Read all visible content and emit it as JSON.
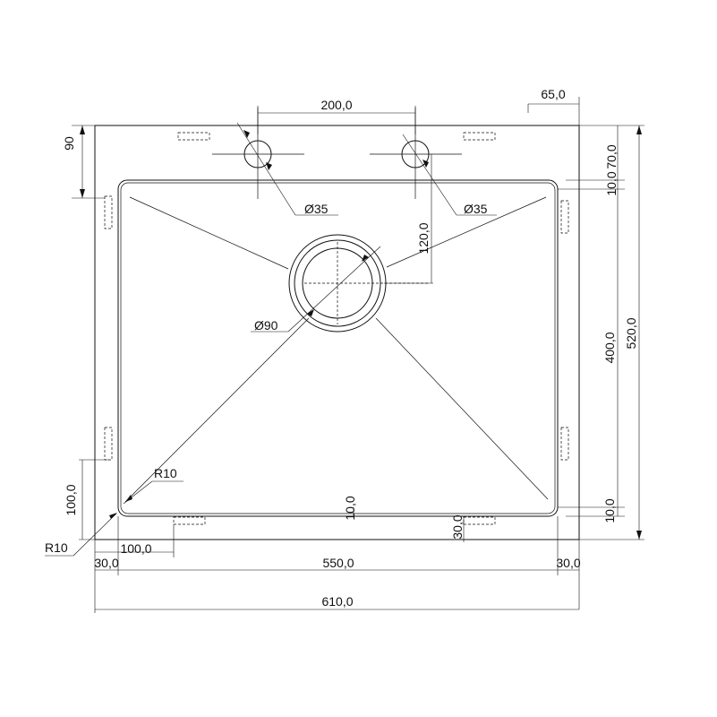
{
  "drawing": {
    "dim_200": "200,0",
    "dim_65": "65,0",
    "dim_90": "90",
    "dim_70": "70,0",
    "dim_10_top": "10,0",
    "hole_left": "Ø35",
    "hole_right": "Ø35",
    "dim_120": "120,0",
    "drain": "Ø90",
    "dim_520": "520,0",
    "dim_400": "400,0",
    "radius_inner": "R10",
    "radius_outer": "R10",
    "dim_100_vertical": "100,0",
    "dim_100_horizontal": "100,0",
    "dim_10_bottom_center": "10,0",
    "dim_30_bottom": "30,0",
    "dim_10_bottom_right": "10,0",
    "dim_30_left": "30,0",
    "dim_550": "550,0",
    "dim_30_right": "30,0",
    "dim_610": "610,0"
  }
}
